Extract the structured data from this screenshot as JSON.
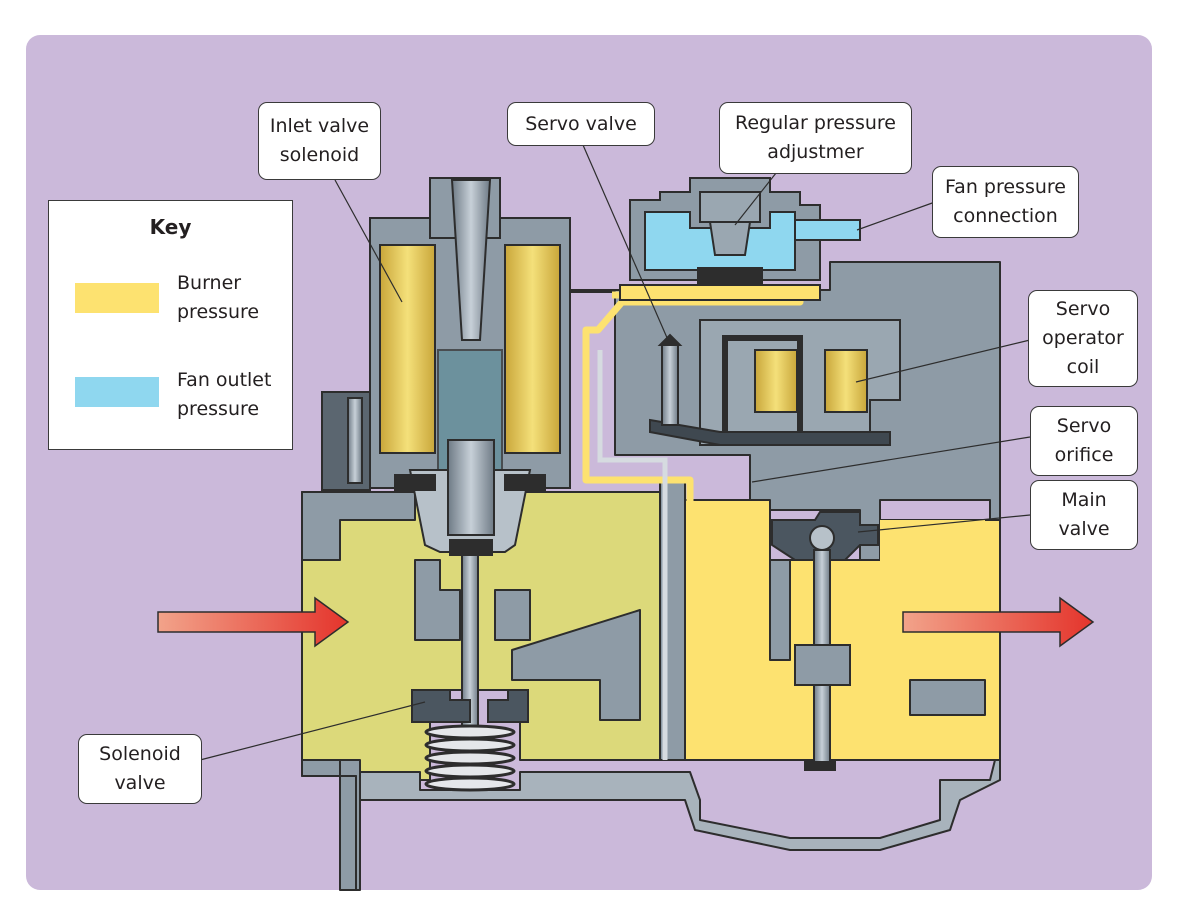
{
  "colors": {
    "background": "#cbb9da",
    "body": "#8e9ba6",
    "body_dark": "#6b7882",
    "outline": "#2d2d2d",
    "burner": "#e1df7c",
    "burner_bright": "#fbe36a",
    "fan": "#8fd7ef",
    "coil": "#e5c95f",
    "arrow": "#e8463b"
  },
  "key": {
    "title": "Key",
    "items": [
      {
        "line1": "Burner",
        "line2": "pressure",
        "color": "#fde270"
      },
      {
        "line1": "Fan outlet",
        "line2": "pressure",
        "color": "#8fd7ef"
      }
    ]
  },
  "labels": {
    "inlet_valve_solenoid": {
      "line1": "Inlet valve",
      "line2": "solenoid"
    },
    "servo_valve": {
      "line1": "Servo valve"
    },
    "regular_pressure_adjustmer": {
      "line1": "Regular pressure",
      "line2": "adjustmer"
    },
    "fan_pressure_connection": {
      "line1": "Fan pressure",
      "line2": "connection"
    },
    "servo_operator_coil": {
      "line1": "Servo",
      "line2": "operator",
      "line3": "coil"
    },
    "servo_orifice": {
      "line1": "Servo",
      "line2": "orifice"
    },
    "main_valve": {
      "line1": "Main",
      "line2": "valve"
    },
    "solenoid_valve": {
      "line1": "Solenoid",
      "line2": "valve"
    }
  }
}
